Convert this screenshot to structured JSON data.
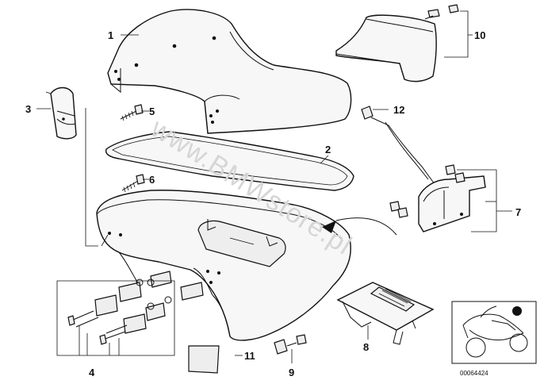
{
  "callouts": [
    {
      "id": "1",
      "label": "1"
    },
    {
      "id": "2",
      "label": "2"
    },
    {
      "id": "3",
      "label": "3"
    },
    {
      "id": "4",
      "label": "4"
    },
    {
      "id": "5",
      "label": "5"
    },
    {
      "id": "6",
      "label": "6"
    },
    {
      "id": "7",
      "label": "7"
    },
    {
      "id": "8",
      "label": "8"
    },
    {
      "id": "9",
      "label": "9"
    },
    {
      "id": "10",
      "label": "10"
    },
    {
      "id": "11",
      "label": "11"
    },
    {
      "id": "12",
      "label": "12"
    }
  ],
  "reference_number": "00064424",
  "watermark": "www.BMWstore.pl"
}
